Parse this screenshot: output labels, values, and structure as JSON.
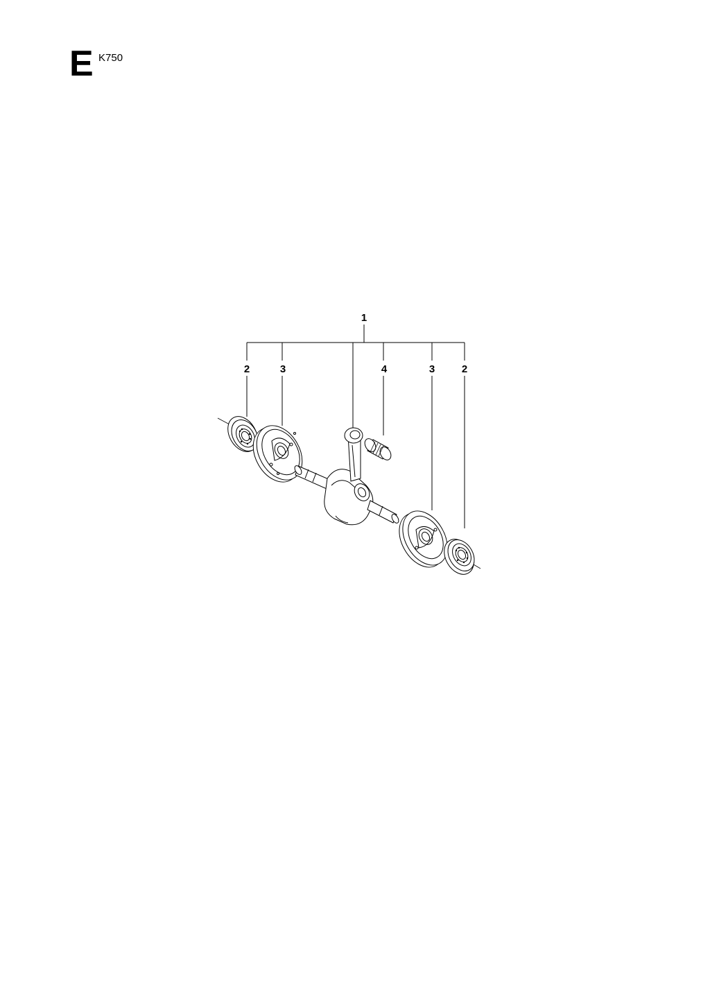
{
  "header": {
    "section_letter": "E",
    "model": "K750"
  },
  "diagram": {
    "assembly_callout": "1",
    "callouts": [
      {
        "label": "2",
        "part": "bearing-left"
      },
      {
        "label": "3",
        "part": "crank-web-left"
      },
      {
        "label": "4",
        "part": "needle-bearing"
      },
      {
        "label": "3",
        "part": "crank-web-right"
      },
      {
        "label": "2",
        "part": "bearing-right"
      }
    ]
  }
}
